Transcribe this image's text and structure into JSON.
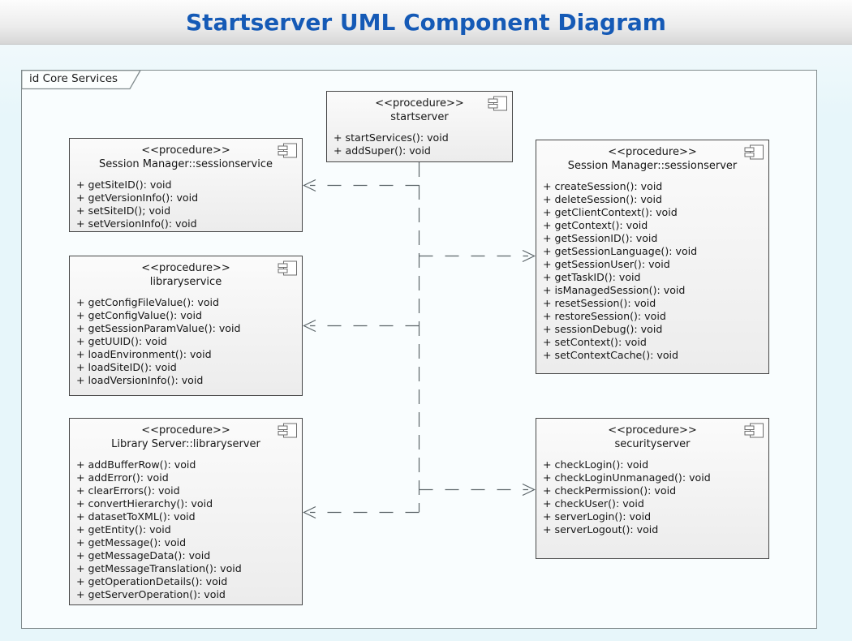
{
  "page": {
    "title": "Startserver UML Component Diagram"
  },
  "frame": {
    "label": "id Core Services"
  },
  "colors": {
    "title_blue": "#155ab6",
    "page_bg": "#e7f6fa",
    "frame_bg": "#f9fdfe",
    "frame_border": "#828c8e",
    "box_border": "#474747",
    "connector": "#5b6468"
  },
  "components": {
    "startserver": {
      "stereotype": "<<procedure>>",
      "name": "startserver",
      "methods": [
        "+ startServices(): void",
        "+ addSuper(): void"
      ]
    },
    "sessionservice": {
      "stereotype": "<<procedure>>",
      "name": "Session Manager::sessionservice",
      "methods": [
        "+ getSiteID(): void",
        "+ getVersionInfo(): void",
        "+ setSiteID(); void",
        "+ setVersionInfo(): void"
      ]
    },
    "libraryservice": {
      "stereotype": "<<procedure>>",
      "name": "libraryservice",
      "methods": [
        "+ getConfigFileValue(): void",
        "+ getConfigValue(): void",
        "+ getSessionParamValue(): void",
        "+ getUUID(): void",
        "+ loadEnvironment(): void",
        "+ loadSiteID(): void",
        "+ loadVersionInfo(): void"
      ]
    },
    "libraryserver": {
      "stereotype": "<<procedure>>",
      "name": "Library Server::libraryserver",
      "methods": [
        "+ addBufferRow(): void",
        "+ addError(): void",
        "+ clearErrors(): void",
        "+ convertHierarchy(): void",
        "+ datasetToXML(): void",
        "+ getEntity(): void",
        "+ getMessage(): void",
        "+ getMessageData(): void",
        "+ getMessageTranslation(): void",
        "+ getOperationDetails(): void",
        "+ getServerOperation(): void"
      ]
    },
    "sessionserver": {
      "stereotype": "<<procedure>>",
      "name": "Session Manager::sessionserver",
      "methods": [
        "+ createSession(): void",
        "+ deleteSession(): void",
        "+ getClientContext(): void",
        "+ getContext(): void",
        "+ getSessionID(): void",
        "+ getSessionLanguage(): void",
        "+ getSessionUser(): void",
        "+ getTaskID(): void",
        "+ isManagedSession(): void",
        "+ resetSession(): void",
        "+ restoreSession(): void",
        "+ sessionDebug(): void",
        "+ setContext(): void",
        "+ setContextCache(): void"
      ]
    },
    "securityserver": {
      "stereotype": "<<procedure>>",
      "name": "securityserver",
      "methods": [
        "+ checkLogin(): void",
        "+ checkLoginUnmanaged(): void",
        "+ checkPermission(): void",
        "+ checkUser(): void",
        "+ serverLogin(): void",
        "+ serverLogout(): void"
      ]
    }
  }
}
